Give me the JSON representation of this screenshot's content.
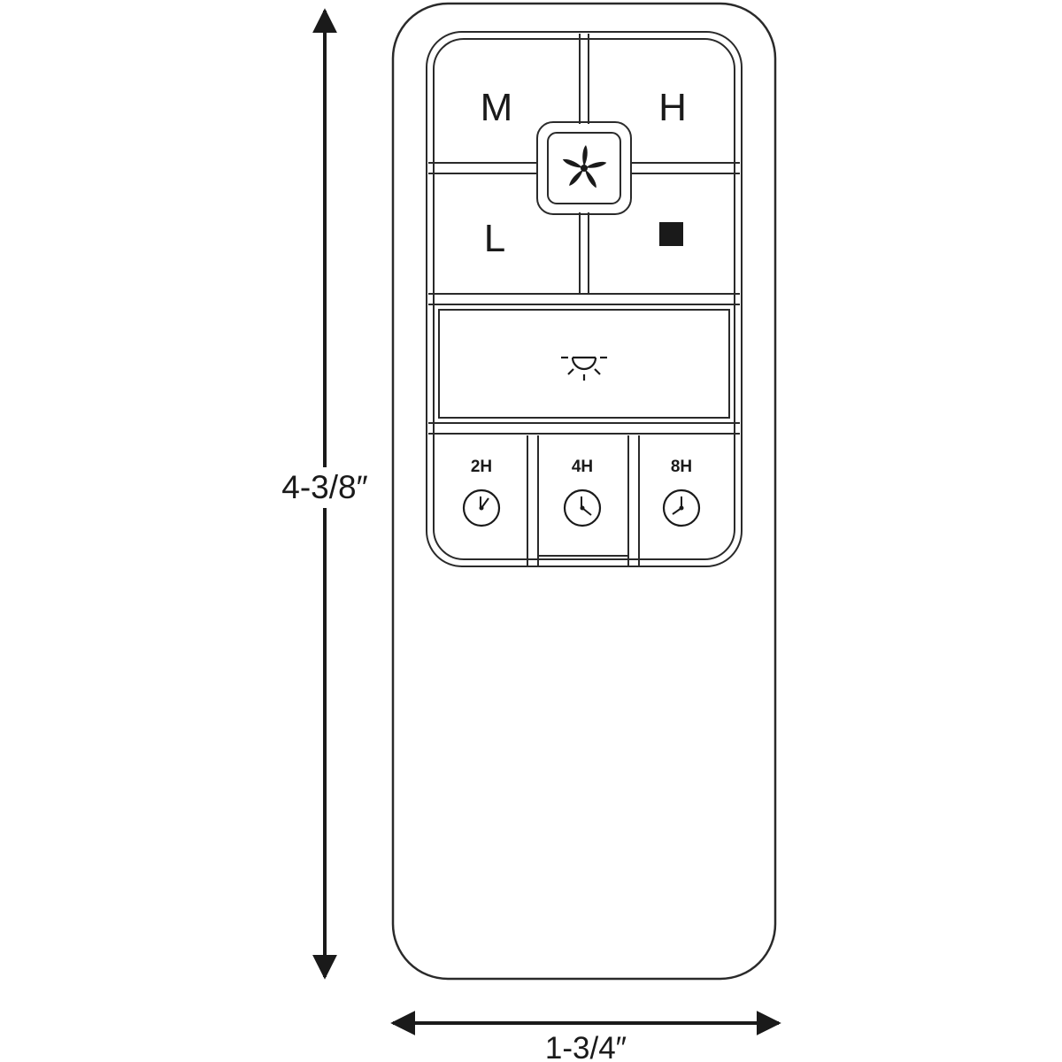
{
  "dimensions": {
    "height_label": "4-3/8″",
    "width_label": "1-3/4″"
  },
  "remote": {
    "speed_buttons": {
      "medium": "M",
      "high": "H",
      "low": "L"
    },
    "timer_buttons": [
      {
        "label": "2H",
        "icon": "clock-2h-icon"
      },
      {
        "label": "4H",
        "icon": "clock-4h-icon"
      },
      {
        "label": "8H",
        "icon": "clock-8h-icon"
      }
    ],
    "icons": {
      "fan": "fan-icon",
      "stop": "stop-icon",
      "light": "light-icon"
    }
  },
  "colors": {
    "line": "#2a2a2a",
    "background": "#ffffff"
  }
}
